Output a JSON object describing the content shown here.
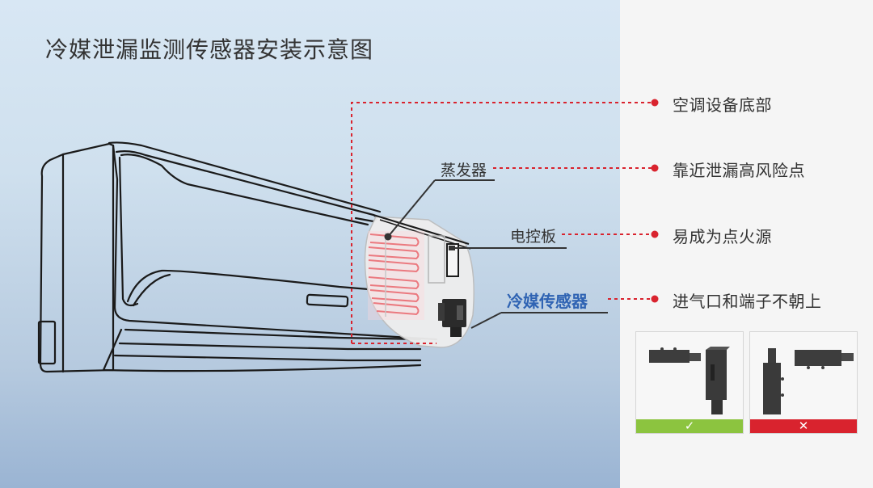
{
  "title": "冷媒泄漏监测传感器安装示意图",
  "colors": {
    "background_left_top": "#d8e7f4",
    "background_left_bottom": "#9ab4d3",
    "background_right": "#f5f5f5",
    "leader_dotted": "#d9232e",
    "evaporator_coil": "#e0474f",
    "sensor_label": "#2f63b3",
    "ok_bar": "#8cc43f",
    "bad_bar": "#d9232e",
    "text": "#333333"
  },
  "diagram": {
    "subject": "wall-mounted air conditioner indoor unit, cutaway view",
    "components": [
      {
        "label": "蒸发器",
        "key": "evaporator"
      },
      {
        "label": "电控板",
        "key": "control_board"
      },
      {
        "label": "冷媒传感器",
        "key": "refrigerant_sensor",
        "highlight": true
      }
    ]
  },
  "notes": [
    {
      "text": "空调设备底部"
    },
    {
      "text": "靠近泄漏高风险点"
    },
    {
      "text": "易成为点火源"
    },
    {
      "text": "进气口和端子不朝上"
    }
  ],
  "orientation_examples": [
    {
      "status": "correct",
      "icon": "check-icon",
      "symbol": "✓"
    },
    {
      "status": "incorrect",
      "icon": "cross-icon",
      "symbol": "✕"
    }
  ]
}
